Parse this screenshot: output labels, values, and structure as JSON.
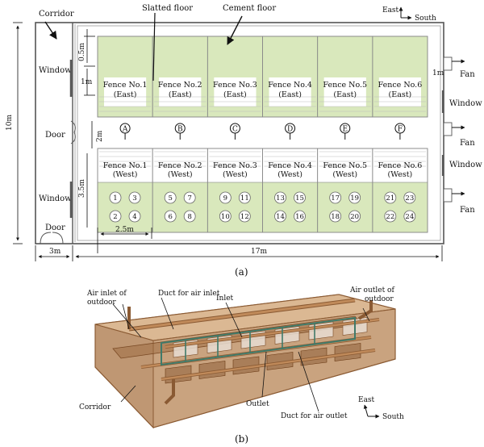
{
  "floorplan": {
    "labels": {
      "corridor": "Corridor",
      "slatted_floor": "Slatted floor",
      "cement_floor": "Cement floor",
      "window": "Window",
      "door": "Door",
      "fan": "Fan",
      "east": "East",
      "south": "South"
    },
    "dimensions": {
      "height_total": "10m",
      "d_05m": "0.5m",
      "d_1m_left": "1m",
      "d_2m": "2m",
      "d_35m": "3.5m",
      "d_25m": "2.5m",
      "d_3m": "3m",
      "d_17m": "17m",
      "d_1m_right": "1m"
    },
    "fences_east": [
      {
        "name": "Fence No.1",
        "side": "(East)"
      },
      {
        "name": "Fence No.2",
        "side": "(East)"
      },
      {
        "name": "Fence No.3",
        "side": "(East)"
      },
      {
        "name": "Fence No.4",
        "side": "(East)"
      },
      {
        "name": "Fence No.5",
        "side": "(East)"
      },
      {
        "name": "Fence No.6",
        "side": "(East)"
      }
    ],
    "fences_west": [
      {
        "name": "Fence No.1",
        "side": "(West)"
      },
      {
        "name": "Fence No.2",
        "side": "(West)"
      },
      {
        "name": "Fence No.3",
        "side": "(West)"
      },
      {
        "name": "Fence No.4",
        "side": "(West)"
      },
      {
        "name": "Fence No.5",
        "side": "(West)"
      },
      {
        "name": "Fence No.6",
        "side": "(West)"
      }
    ],
    "points": [
      "A",
      "B",
      "C",
      "D",
      "E",
      "F"
    ],
    "pigs": [
      "1",
      "2",
      "3",
      "4",
      "5",
      "6",
      "7",
      "8",
      "9",
      "10",
      "11",
      "12",
      "13",
      "14",
      "15",
      "16",
      "17",
      "18",
      "19",
      "20",
      "21",
      "22",
      "23",
      "24"
    ],
    "caption": "(a)"
  },
  "model3d": {
    "labels": {
      "air_inlet_outdoor": "Air inlet of outdoor",
      "duct_air_inlet": "Duct for air inlet",
      "inlet": "Inlet",
      "air_outlet_outdoor": "Air outlet of outdoor",
      "corridor": "Corridor",
      "outlet": "Outlet",
      "duct_air_outlet": "Duct for air outlet",
      "east": "East",
      "south": "South"
    },
    "caption": "(b)"
  },
  "colors": {
    "cement_floor": "#d9e8bc",
    "model_fill": "#c69a6e",
    "model_dark": "#8a5a33",
    "duct_green": "#3f7a6a"
  }
}
